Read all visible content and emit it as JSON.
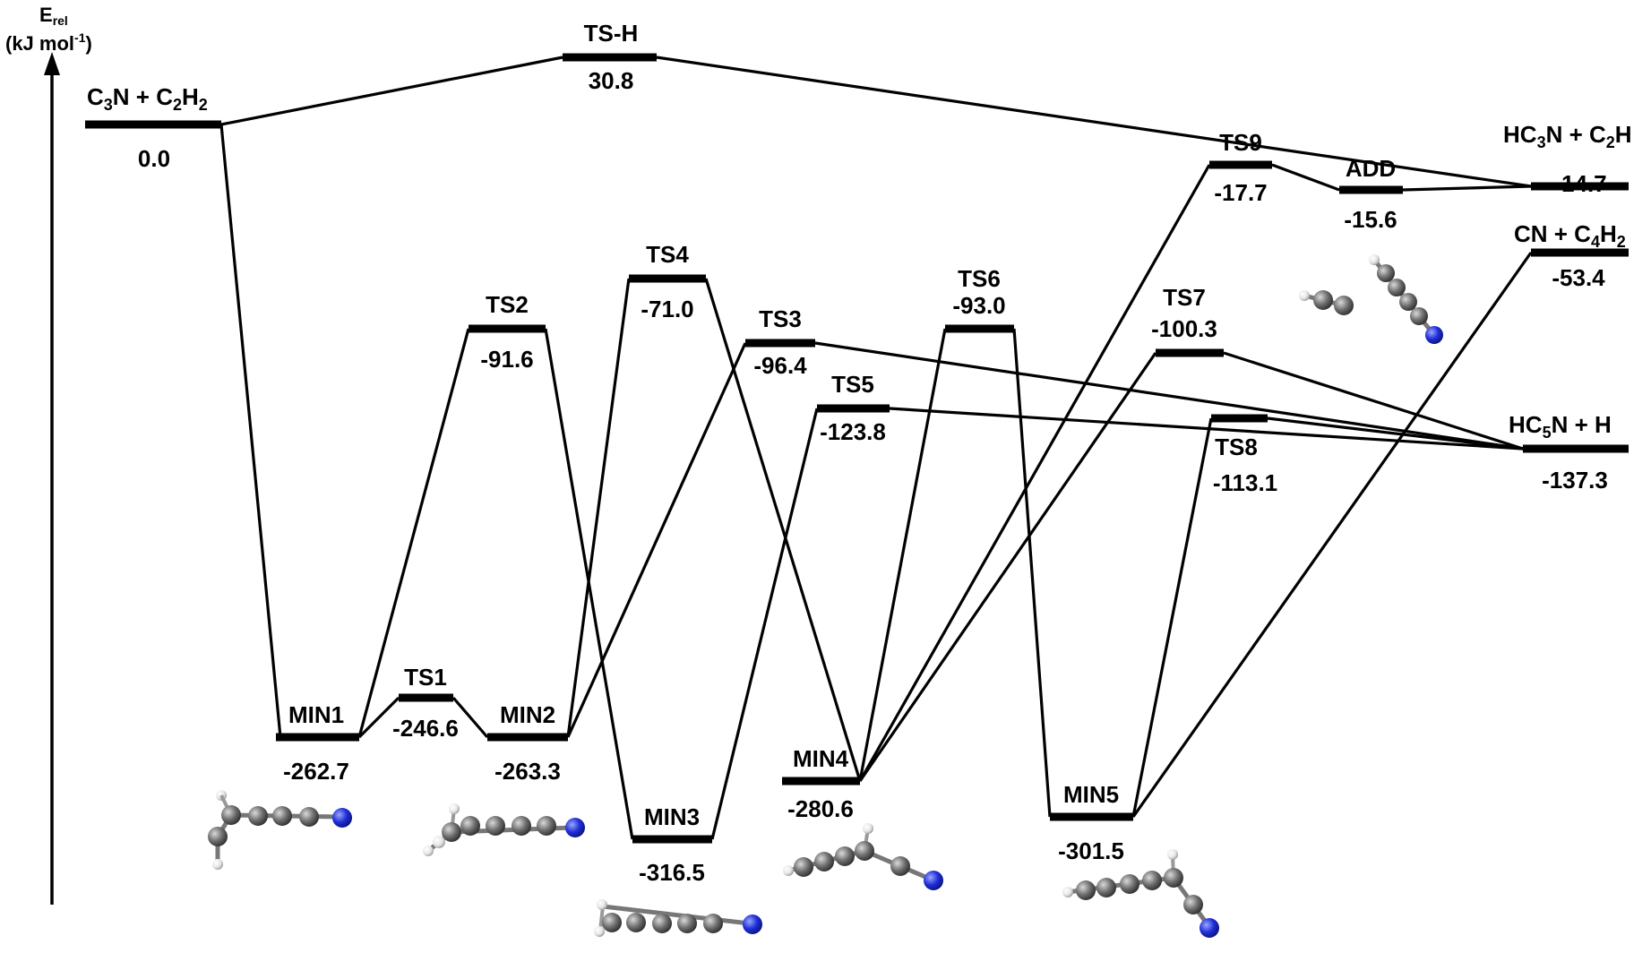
{
  "axis": {
    "title_main": "E",
    "title_sub": "rel",
    "unit_open": "(kJ mol",
    "unit_sup": "-1",
    "unit_close": ")"
  },
  "states": {
    "c3n_c2h2": {
      "name_parts": [
        "C",
        "3",
        "N + C",
        "2",
        "H",
        "2"
      ],
      "energy": "0.0"
    },
    "tsh": {
      "name": "TS-H",
      "energy": "30.8"
    },
    "min1": {
      "name": "MIN1",
      "energy": "-262.7"
    },
    "ts1": {
      "name": "TS1",
      "energy": "-246.6"
    },
    "min2": {
      "name": "MIN2",
      "energy": "-263.3"
    },
    "ts2": {
      "name": "TS2",
      "energy": "-91.6"
    },
    "ts4": {
      "name": "TS4",
      "energy": "-71.0"
    },
    "ts3": {
      "name": "TS3",
      "energy": "-96.4"
    },
    "min3": {
      "name": "MIN3",
      "energy": "-316.5"
    },
    "ts5": {
      "name": "TS5",
      "energy": "-123.8"
    },
    "min4": {
      "name": "MIN4",
      "energy": "-280.6"
    },
    "ts6": {
      "name": "TS6",
      "energy": "-93.0"
    },
    "min5": {
      "name": "MIN5",
      "energy": "-301.5"
    },
    "ts7": {
      "name": "TS7",
      "energy": "-100.3"
    },
    "ts9": {
      "name": "TS9",
      "energy": "-17.7"
    },
    "ts8": {
      "name": "TS8",
      "energy": "-113.1"
    },
    "add": {
      "name": "ADD",
      "energy": "-15.6"
    },
    "hc3n_c2h": {
      "name_parts": [
        "HC",
        "3",
        "N + C",
        "2",
        "H"
      ],
      "energy": "-14.7"
    },
    "cn_c4h2": {
      "name_parts": [
        "CN + C",
        "4",
        "H",
        "2"
      ],
      "energy": "-53.4"
    },
    "hc5n_h": {
      "name_parts": [
        "HC",
        "5",
        "N + H"
      ],
      "energy": "-137.3"
    }
  },
  "colors": {
    "line": "#000000",
    "carbon": "#6e6e6e",
    "nitrogen": "#1f2fd6",
    "hydrogen": "#e6e6e6"
  },
  "structure_icons": [
    "min1-structure-icon",
    "ts1-structure-icon",
    "min3-structure-icon",
    "min4-structure-icon",
    "min5-structure-icon",
    "add-structure-icon"
  ]
}
